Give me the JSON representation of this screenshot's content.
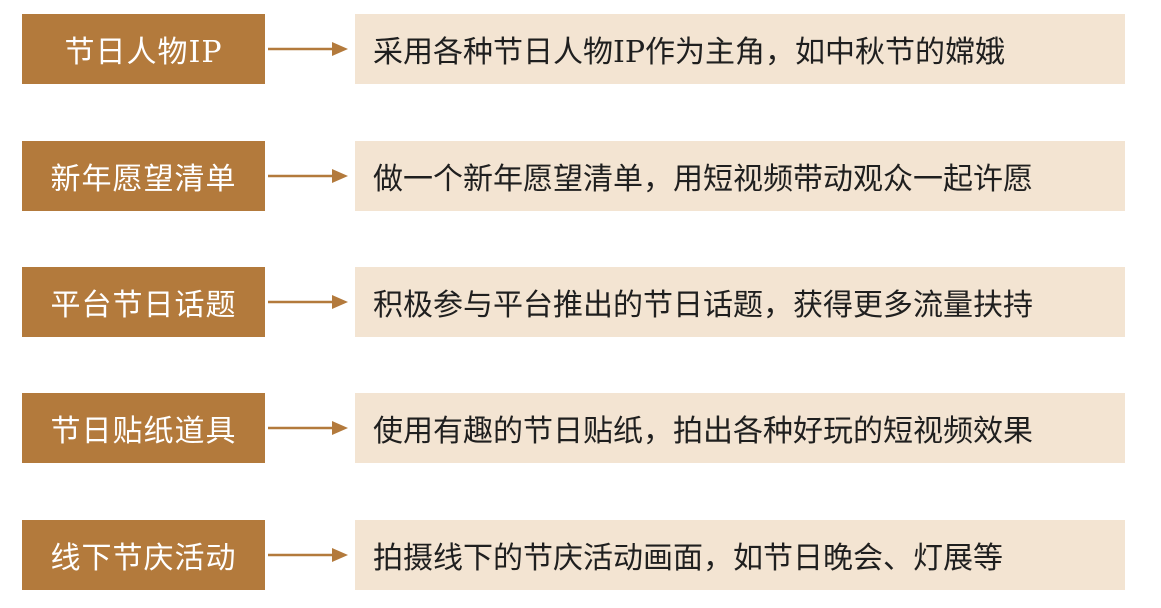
{
  "colors": {
    "label_bg": "#b37a3c",
    "label_text": "#ffffff",
    "desc_bg": "#f3e4d2",
    "desc_text": "#1f1f1f",
    "arrow": "#b37a3c"
  },
  "rows": [
    {
      "label": "节日人物IP",
      "description": "采用各种节日人物IP作为主角，如中秋节的嫦娥"
    },
    {
      "label": "新年愿望清单",
      "description": "做一个新年愿望清单，用短视频带动观众一起许愿"
    },
    {
      "label": "平台节日话题",
      "description": "积极参与平台推出的节日话题，获得更多流量扶持"
    },
    {
      "label": "节日贴纸道具",
      "description": "使用有趣的节日贴纸，拍出各种好玩的短视频效果"
    },
    {
      "label": "线下节庆活动",
      "description": "拍摄线下的节庆活动画面，如节日晚会、灯展等"
    }
  ]
}
